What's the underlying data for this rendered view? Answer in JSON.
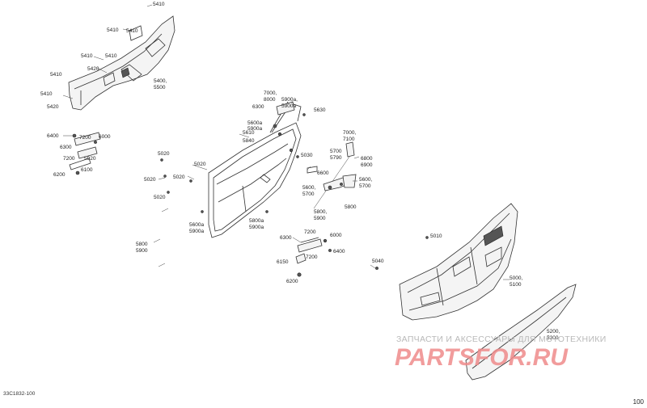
{
  "diagram": {
    "code": "33C1832-100",
    "page_number": "100",
    "watermark_text": "ЗАПЧАСТИ И АКСЕССУАРЫ ДЛЯ МОТОТЕХНИКИ",
    "watermark_logo": "PARTSFOR.RU",
    "callouts": [
      "5410",
      "5410",
      "5410",
      "5410",
      "5410",
      "5410",
      "5420",
      "5420",
      "5400,",
      "5500",
      "6400",
      "6300",
      "6000",
      "7200",
      "5920",
      "7200",
      "6100",
      "6200",
      "5020",
      "5020",
      "5020",
      "5020",
      "5020",
      "7000,",
      "8000",
      "6300",
      "5900a,",
      "5900a",
      "5630",
      "5610",
      "5900a",
      "5840",
      "5600a",
      "5030",
      "7000,",
      "7100",
      "5700",
      "5790",
      "6800",
      "6900",
      "6600",
      "5600,",
      "5700",
      "5600,",
      "5700",
      "5800,",
      "5900",
      "5800",
      "5600a",
      "5900a",
      "5800a",
      "5900a",
      "5800",
      "5900",
      "6300",
      "7200",
      "6000",
      "6150",
      "7200",
      "6400",
      "6200",
      "5040",
      "5010",
      "5000,",
      "5100",
      "5200,",
      "5300"
    ]
  }
}
